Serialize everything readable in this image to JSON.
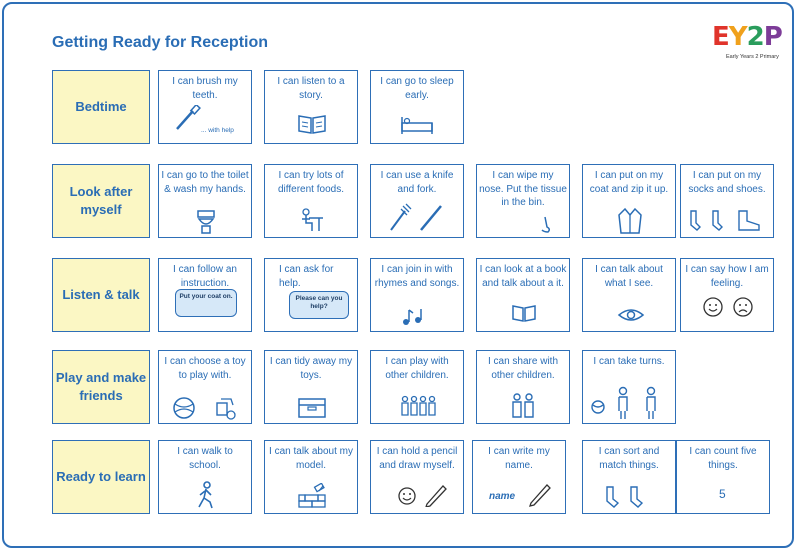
{
  "title": "Getting Ready for Reception",
  "logo": {
    "text": "EY2P",
    "tagline": "Early Years 2 Primary"
  },
  "rows": [
    {
      "category": "Bedtime",
      "cards": [
        "I can brush my teeth.",
        "I can listen to a story.",
        "I can go to sleep early."
      ]
    },
    {
      "category": "Look after myself",
      "cards": [
        "I can go to the toilet & wash my hands.",
        "I can try lots of different foods.",
        "I can use a knife and fork.",
        "I can wipe my nose. Put the tissue in the bin.",
        "I can put on my coat and zip it up.",
        "I can put on my socks and shoes."
      ]
    },
    {
      "category": "Listen & talk",
      "cards": [
        "I can follow an instruction.",
        "I can ask for help.",
        "I can join in with rhymes and songs.",
        "I can look at a book and talk about a it.",
        "I can talk about what I see.",
        "I can say how I am feeling."
      ]
    },
    {
      "category": "Play and make friends",
      "cards": [
        "I can choose a toy to play with.",
        "I can tidy away my toys.",
        "I can play with other children.",
        "I can share with other children.",
        "I can take turns."
      ]
    },
    {
      "category": "Ready to learn",
      "cards": [
        "I can walk to school.",
        "I can talk about my model.",
        "I can hold a pencil and draw myself.",
        "I can write my name.",
        "I can sort and match things.",
        "I can count five things."
      ]
    }
  ],
  "extras": {
    "with_help": "... with help",
    "bubble_instruction": "Put your coat on.",
    "bubble_help": "Please can you help?",
    "name_word": "name",
    "count_number": "5"
  },
  "colors": {
    "border": "#2e6fb7",
    "category_bg": "#fbf7c4",
    "text": "#2a6db5"
  },
  "icons": [
    "toothbrush-icon",
    "book-icon",
    "bed-icon",
    "toilet-icon",
    "eating-icon",
    "knife-fork-icon",
    "nose-icon",
    "coat-icon",
    "socks-shoes-icon",
    "speech-bubble-icon",
    "music-notes-icon",
    "eye-icon",
    "faces-icon",
    "toys-icon",
    "box-icon",
    "children-group-icon",
    "two-children-icon",
    "turn-taking-icon",
    "walking-icon",
    "bricks-icon",
    "face-pencil-icon",
    "pencil-icon",
    "socks-icon"
  ]
}
